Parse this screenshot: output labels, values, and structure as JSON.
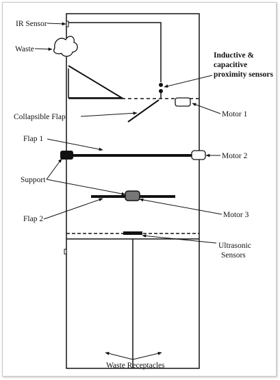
{
  "diagram": {
    "labels": {
      "ir_sensor": "IR Sensor",
      "waste": "Waste",
      "proximity_line1": "Inductive &",
      "proximity_line2": "capacitive",
      "proximity_line3": "proximity sensors",
      "collapsible_flap": "Collapsible Flap",
      "motor1": "Motor 1",
      "flap1": "Flap 1",
      "motor2": "Motor 2",
      "support": "Support",
      "flap2": "Flap 2",
      "motor3": "Motor 3",
      "ultrasonic_line1": "Ultrasonic",
      "ultrasonic_line2": "Sensors",
      "waste_receptacles": "Waste Receptacles"
    }
  }
}
